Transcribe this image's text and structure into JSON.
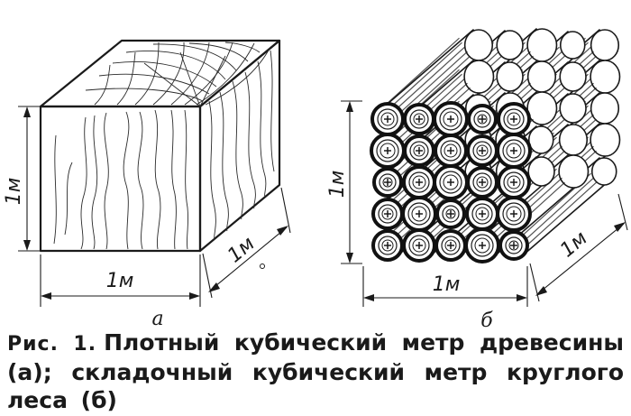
{
  "figure": {
    "panel_a": {
      "label": "а",
      "height_label": "1м",
      "width_label": "1м",
      "depth_label": "1м"
    },
    "panel_b": {
      "label": "б",
      "height_label": "1м",
      "width_label": "1м",
      "depth_label": "1м",
      "log_rows": 5,
      "log_cols": 5
    }
  },
  "caption": {
    "prefix": "Рис. 1.",
    "text": "Плотный кубический метр древесины (а); складочный кубический метр круглого леса (б)"
  }
}
